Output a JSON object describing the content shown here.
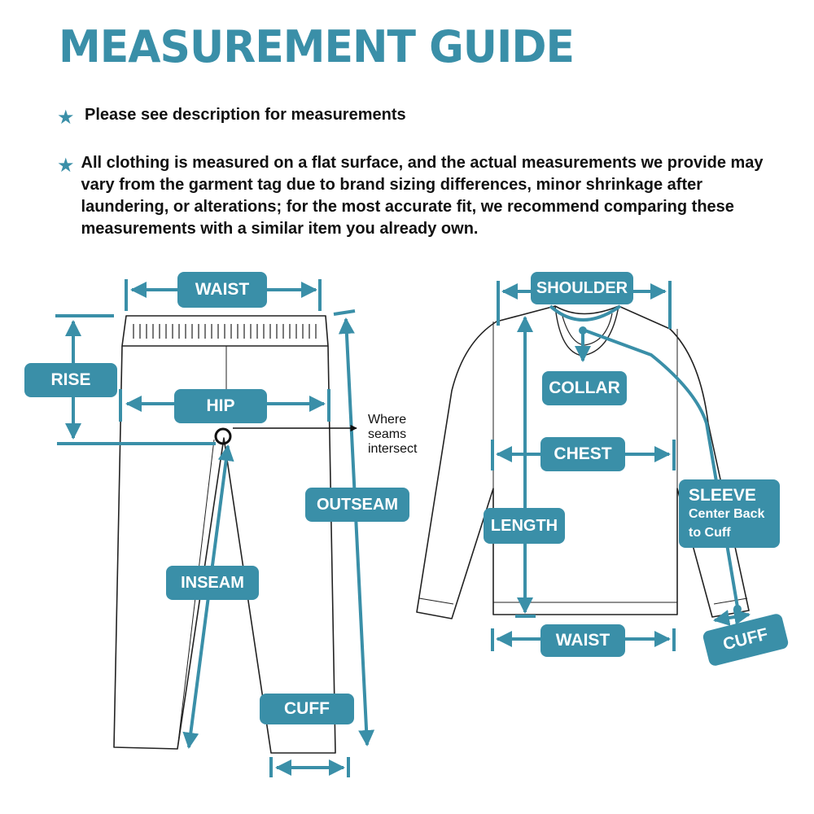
{
  "title": "MEASUREMENT GUIDE",
  "bullets": [
    "Please see description for measurements",
    "All clothing is measured on a flat surface, and the actual measurements we provide may vary from the garment tag due to brand sizing differences, minor shrinkage after laundering, or alterations; for the most accurate fit, we recommend comparing these measurements with a similar item you already own."
  ],
  "accent_color": "#3a8fa8",
  "pants": {
    "waist": "WAIST",
    "rise": "RISE",
    "hip": "HIP",
    "outseam": "OUTSEAM",
    "inseam": "INSEAM",
    "cuff": "CUFF",
    "seam_note": [
      "Where",
      "seams",
      "intersect"
    ]
  },
  "shirt": {
    "shoulder": "SHOULDER",
    "collar": "COLLAR",
    "chest": "CHEST",
    "length": "LENGTH",
    "sleeve_title": "SLEEVE",
    "sleeve_sub1": "Center Back",
    "sleeve_sub2": "to Cuff",
    "waist": "WAIST",
    "cuff": "CUFF"
  }
}
